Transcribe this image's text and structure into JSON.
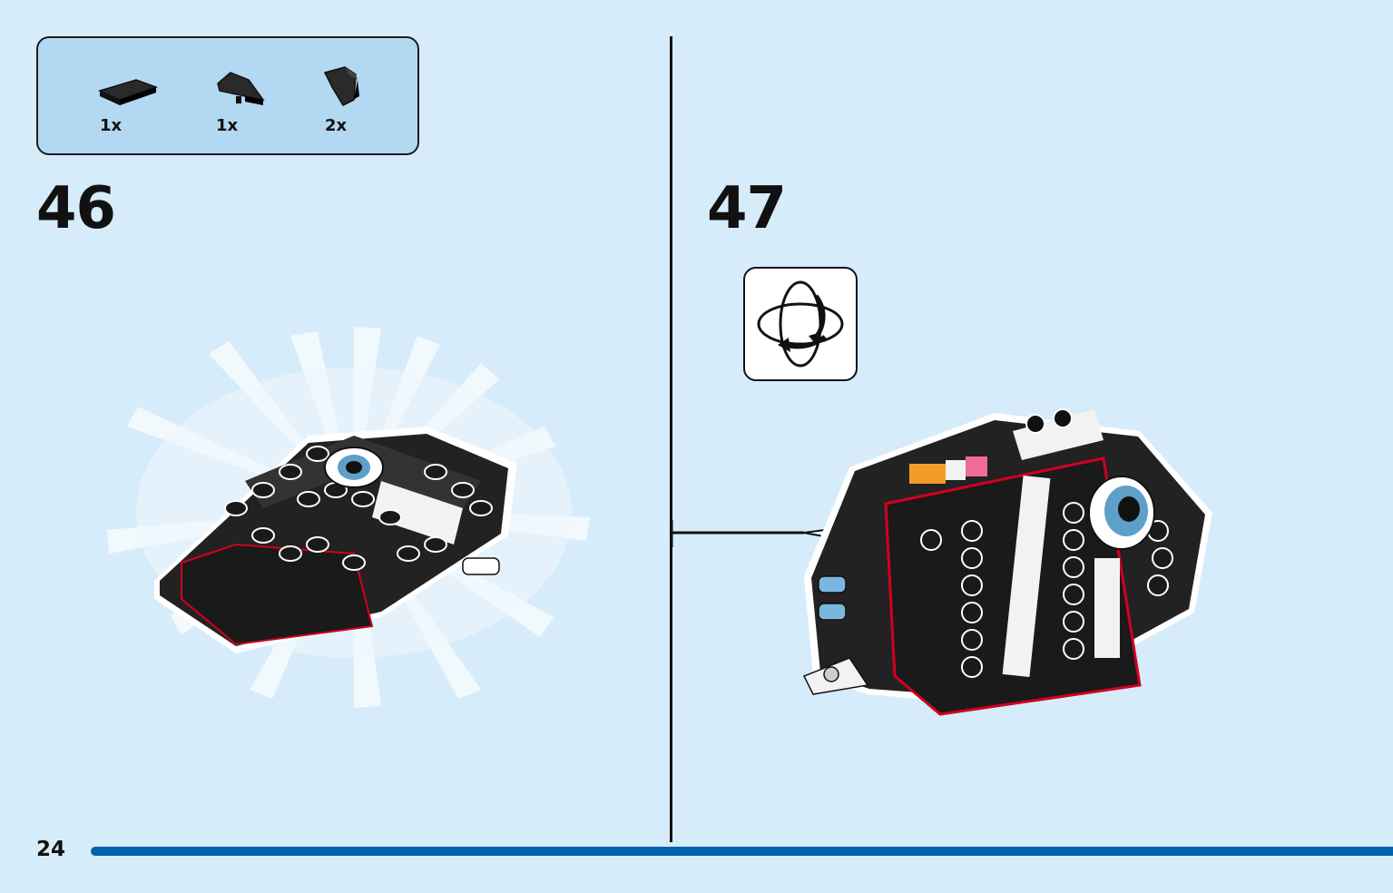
{
  "parts_list": [
    {
      "name": "tile-1x2-icon",
      "qty": "1x"
    },
    {
      "name": "wedge-plate-icon",
      "qty": "1x"
    },
    {
      "name": "curved-slope-icon",
      "qty": "2x"
    }
  ],
  "steps": [
    {
      "number": "46"
    },
    {
      "number": "47"
    }
  ],
  "icons": {
    "rotate": "rotate-model-icon"
  },
  "colors": {
    "background": "#d6ecfa",
    "parts_box": "#b3d8f1",
    "page_bar": "#0062ad",
    "brick": "#222222",
    "highlight": "#d2001e"
  },
  "page": {
    "number": "24"
  }
}
